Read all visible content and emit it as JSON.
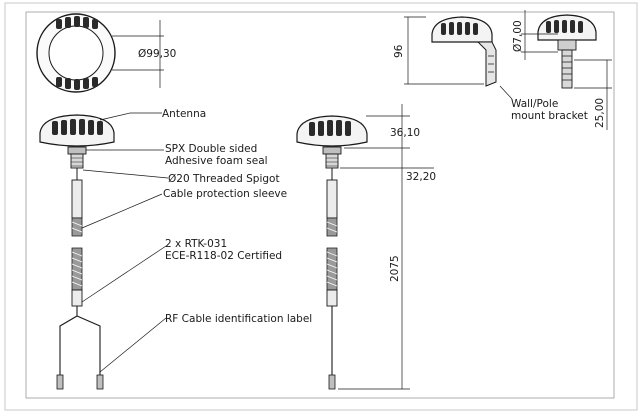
{
  "top_view": {
    "diameter": "Ø99,30"
  },
  "side_views": {
    "height_96": "96",
    "diameter_7": "Ø7,00",
    "dim_25": "25,00"
  },
  "bracket_label": {
    "line1": "Wall/Pole",
    "line2": "mount bracket"
  },
  "callouts": {
    "antenna": "Antenna",
    "seal_line1": "SPX Double sided",
    "seal_line2": "Adhesive foam seal",
    "spigot": "Ø20 Threaded Spigot",
    "sleeve": "Cable protection sleeve",
    "cert_line1": "2 x RTK-031",
    "cert_line2": "ECE-R118-02 Certified",
    "rf_label": "RF Cable identification label"
  },
  "dimensions": {
    "d_36": "36,10",
    "d_32": "32,20",
    "length": "2075"
  },
  "colors": {
    "line": "#1a1a1a",
    "dark": "#2a2a2a",
    "dome": "#f4f4f4",
    "frame": "#c8c8c8"
  }
}
